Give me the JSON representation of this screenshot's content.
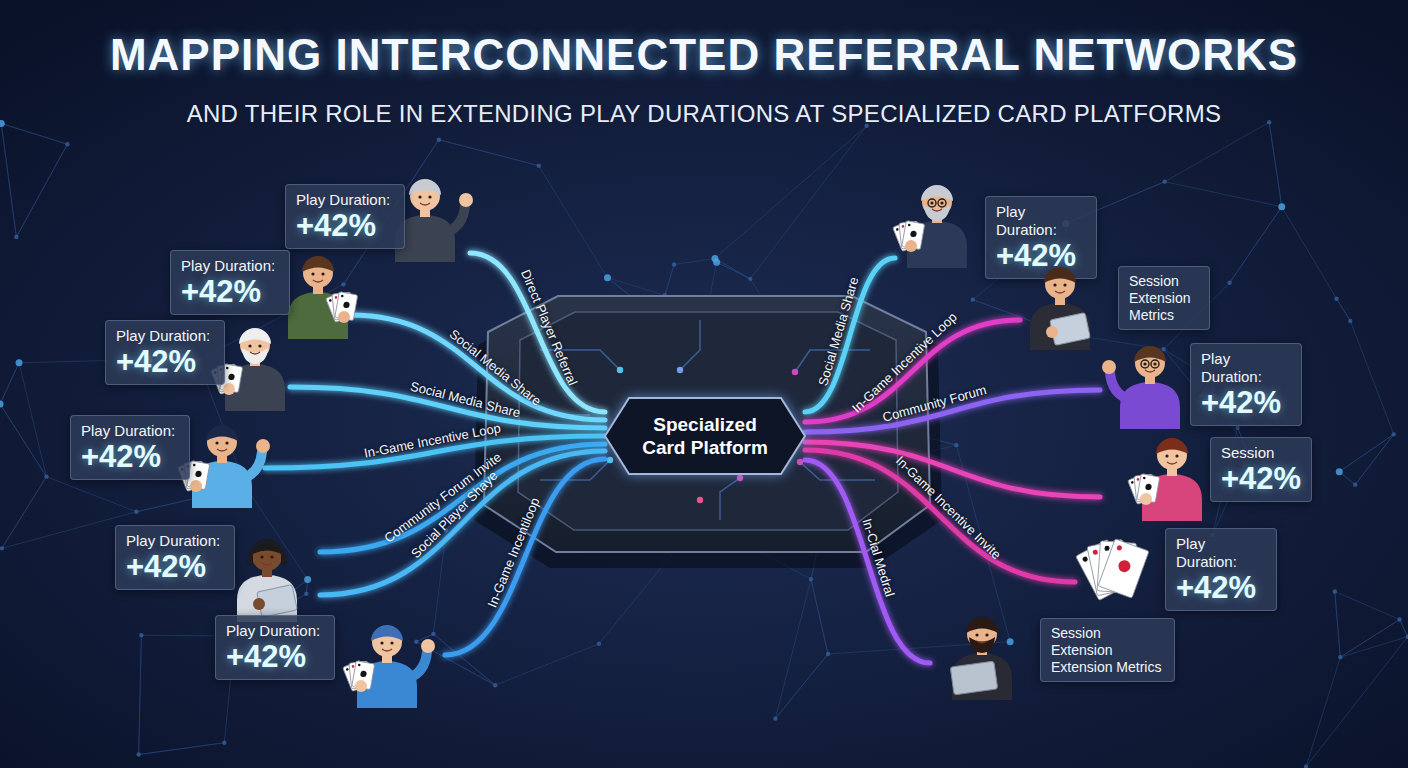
{
  "diagram": {
    "title": "MAPPING INTERCONNECTED REFERRAL NETWORKS",
    "nodes": [
      {
        "text": [
          "Specialized Card Platform"
        ]
      },
      {
        "text": [
          "Play Duration:",
          "+42%"
        ]
      },
      {
        "text": [
          "Play Duration:",
          "+42%"
        ]
      },
      {
        "text": [
          "Play Duration:",
          "+42%"
        ]
      },
      {
        "text": [
          "Play Duration:",
          "+42%"
        ]
      },
      {
        "text": [
          "Play Duration:",
          "+42%"
        ]
      },
      {
        "text": [
          "Play Duration:",
          "+42%"
        ]
      },
      {
        "text": [
          "Play Duration:",
          "+42%"
        ]
      },
      {
        "text": [
          "Session Extension Metrics"
        ]
      },
      {
        "text": [
          "Play Duration:",
          "+42%"
        ]
      },
      {
        "text": [
          "Session",
          "+42%"
        ]
      },
      {
        "text": [
          "Play Duration:",
          "+42%"
        ]
      },
      {
        "text": [
          "Session Extension Extension Metrics"
        ]
      }
    ],
    "edges": [
      {
        "from": 1,
        "to": 0,
        "label": "Direct Player Referral",
        "arrow": "none"
      },
      {
        "from": 2,
        "to": 0,
        "label": "Social Media Share",
        "arrow": "none"
      },
      {
        "from": 3,
        "to": 0,
        "label": "Social Media Share",
        "arrow": "none"
      },
      {
        "from": 4,
        "to": 0,
        "label": "In-Game Incentive Loop",
        "arrow": "none"
      },
      {
        "from": 5,
        "to": 0,
        "label": "Community Forum Invite",
        "arrow": "none"
      },
      {
        "from": 5,
        "to": 0,
        "label": "Social Player Shaye",
        "arrow": "none"
      },
      {
        "from": 6,
        "to": 0,
        "label": "In-Game Incentiloop",
        "arrow": "none"
      },
      {
        "from": 7,
        "to": 0,
        "label": "Social Media Share",
        "arrow": "none"
      },
      {
        "from": 8,
        "to": 0,
        "label": "In-Game Incentive Loop",
        "arrow": "none"
      },
      {
        "from": 9,
        "to": 0,
        "label": "Community Forum",
        "arrow": "none"
      },
      {
        "from": 10,
        "to": 0,
        "arrow": "none"
      },
      {
        "from": 11,
        "to": 0,
        "label": "In-Game Incentive Invite",
        "arrow": "none"
      },
      {
        "from": 12,
        "to": 0,
        "label": "In-Cial Medral",
        "arrow": "none"
      }
    ],
    "labels": [
      "AND THEIR ROLE IN EXTENDING PLAY DURATIONS AT SPECIALIZED CARD PLATFORMS"
    ]
  }
}
